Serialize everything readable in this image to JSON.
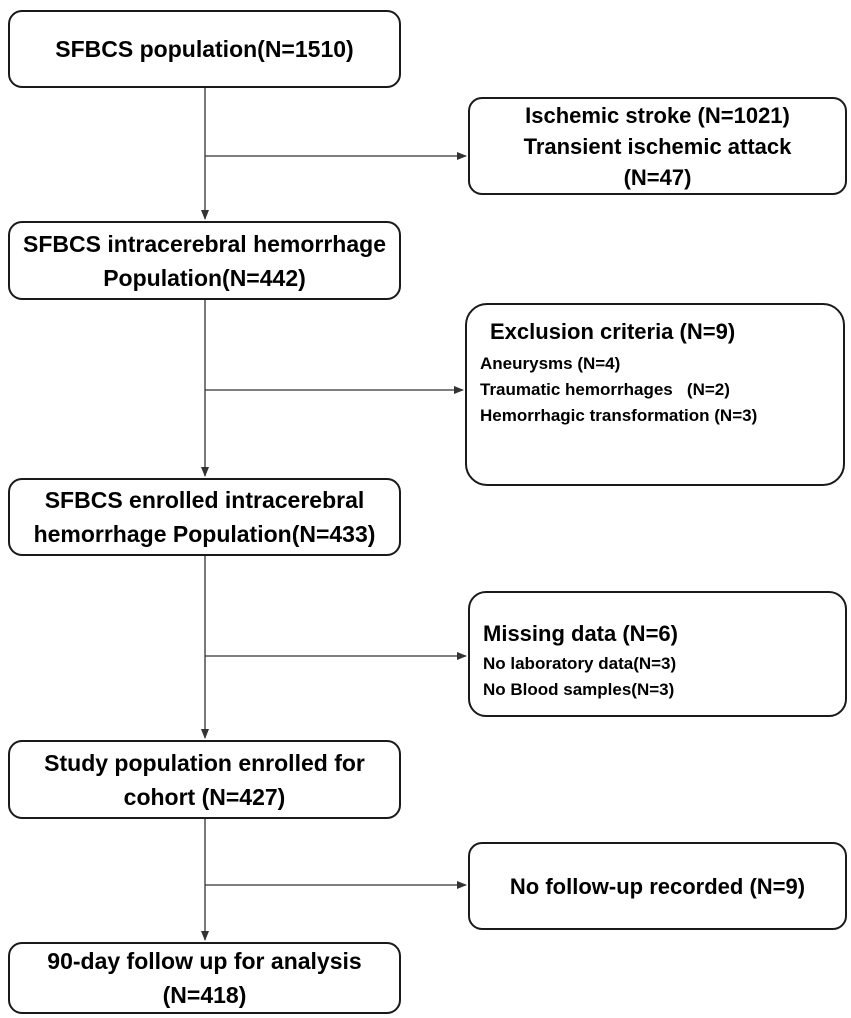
{
  "flowchart": {
    "main_steps": [
      {
        "lines": [
          "SFBCS population(N=1510)"
        ]
      },
      {
        "lines": [
          "SFBCS intracerebral hemorrhage",
          "Population(N=442)"
        ]
      },
      {
        "lines": [
          "SFBCS enrolled  intracerebral",
          "hemorrhage Population(N=433)"
        ]
      },
      {
        "lines": [
          "Study population enrolled for",
          "cohort (N=427)"
        ]
      },
      {
        "lines": [
          "90-day follow up for analysis",
          "(N=418)"
        ]
      }
    ],
    "exclusions": [
      {
        "lines": [
          "Ischemic stroke (N=1021)",
          "Transient ischemic attack",
          "(N=47)"
        ]
      },
      {
        "title": "Exclusion criteria (N=9)",
        "items": [
          "Aneurysms (N=4)",
          "Traumatic hemorrhages   (N=2)",
          "Hemorrhagic transformation (N=3)"
        ]
      },
      {
        "title": "Missing data (N=6)",
        "items": [
          "No laboratory data(N=3)",
          "No Blood samples(N=3)"
        ]
      },
      {
        "lines": [
          "No follow-up recorded (N=9)"
        ]
      }
    ]
  }
}
